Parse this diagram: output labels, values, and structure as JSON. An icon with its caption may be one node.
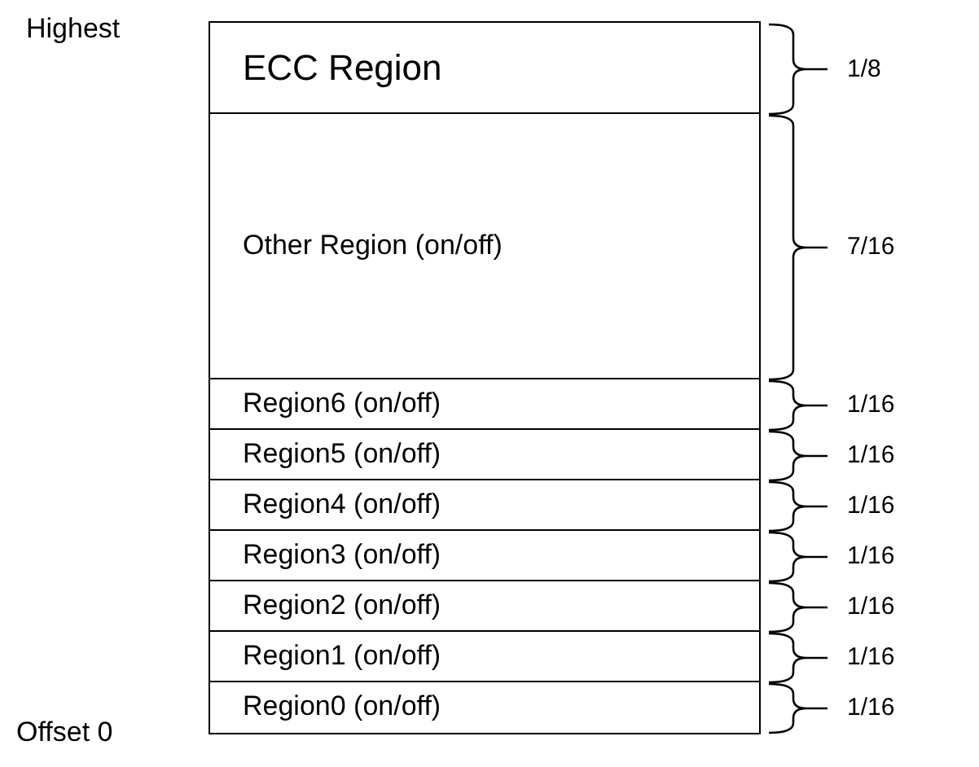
{
  "diagram": {
    "nodes": [
      {
        "text": [
          "ECC Region"
        ],
        "beside": [
          "1/8"
        ]
      },
      {
        "text": [
          "Other Region (on/off)"
        ],
        "beside": [
          "7/16"
        ]
      },
      {
        "text": [
          "Region6 (on/off)"
        ],
        "beside": [
          "1/16"
        ]
      },
      {
        "text": [
          "Region5 (on/off)"
        ],
        "beside": [
          "1/16"
        ]
      },
      {
        "text": [
          "Region4 (on/off)"
        ],
        "beside": [
          "1/16"
        ]
      },
      {
        "text": [
          "Region3 (on/off)"
        ],
        "beside": [
          "1/16"
        ]
      },
      {
        "text": [
          "Region2 (on/off)"
        ],
        "beside": [
          "1/16"
        ]
      },
      {
        "text": [
          "Region1 (on/off)"
        ],
        "beside": [
          "1/16"
        ]
      },
      {
        "text": [
          "Region0 (on/off)"
        ],
        "beside": [
          "1/16"
        ]
      }
    ],
    "labels": [
      "Highest",
      "Offset 0"
    ]
  }
}
